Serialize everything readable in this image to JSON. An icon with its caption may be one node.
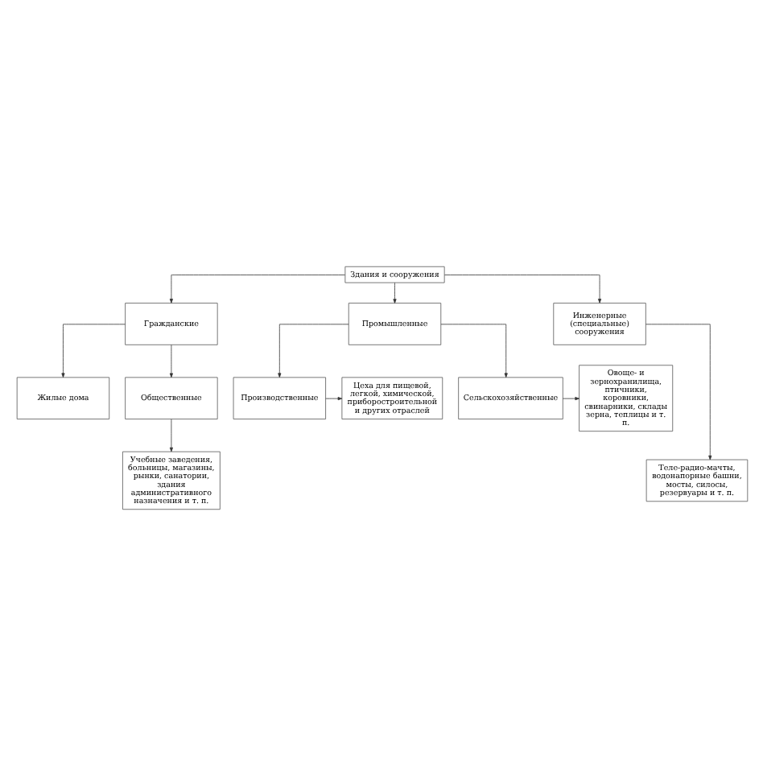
{
  "diagram": {
    "nodes": [
      {
        "text": [
          "Здания и сооружения"
        ]
      },
      {
        "text": [
          "Гражданские"
        ]
      },
      {
        "text": [
          "Промышленные"
        ]
      },
      {
        "text": [
          "Инженерные (специальные) сооружения"
        ]
      },
      {
        "text": [
          "Жилые дома"
        ]
      },
      {
        "text": [
          "Общественные"
        ]
      },
      {
        "text": [
          "Учебные заведения, больницы, магазины, рынки, санатории, здания административного назначения и т. п."
        ]
      },
      {
        "text": [
          "Производственные"
        ]
      },
      {
        "text": [
          "Цеха для пищевой, легкой, химической, приборостроительной и других отраслей"
        ]
      },
      {
        "text": [
          "Сельскохозяйственные"
        ]
      },
      {
        "text": [
          "Овоще- и зернохранилища, птичники, коровники, свинарники, склады зерна, теплицы и т. п."
        ]
      },
      {
        "text": [
          "Теле-радио-мачты, водонапорные башни, мосты, силосы, резервуары и т. п."
        ]
      }
    ],
    "edges": [
      {
        "from": 0,
        "to": 1,
        "arrow": "to"
      },
      {
        "from": 0,
        "to": 2,
        "arrow": "to"
      },
      {
        "from": 0,
        "to": 3,
        "arrow": "to"
      },
      {
        "from": 1,
        "to": 4,
        "arrow": "to"
      },
      {
        "from": 1,
        "to": 5,
        "arrow": "to"
      },
      {
        "from": 5,
        "to": 6,
        "arrow": "to"
      },
      {
        "from": 2,
        "to": 7,
        "arrow": "to"
      },
      {
        "from": 7,
        "to": 8,
        "arrow": "to"
      },
      {
        "from": 2,
        "to": 9,
        "arrow": "to"
      },
      {
        "from": 9,
        "to": 10,
        "arrow": "to"
      },
      {
        "from": 3,
        "to": 11,
        "arrow": "to"
      }
    ]
  }
}
